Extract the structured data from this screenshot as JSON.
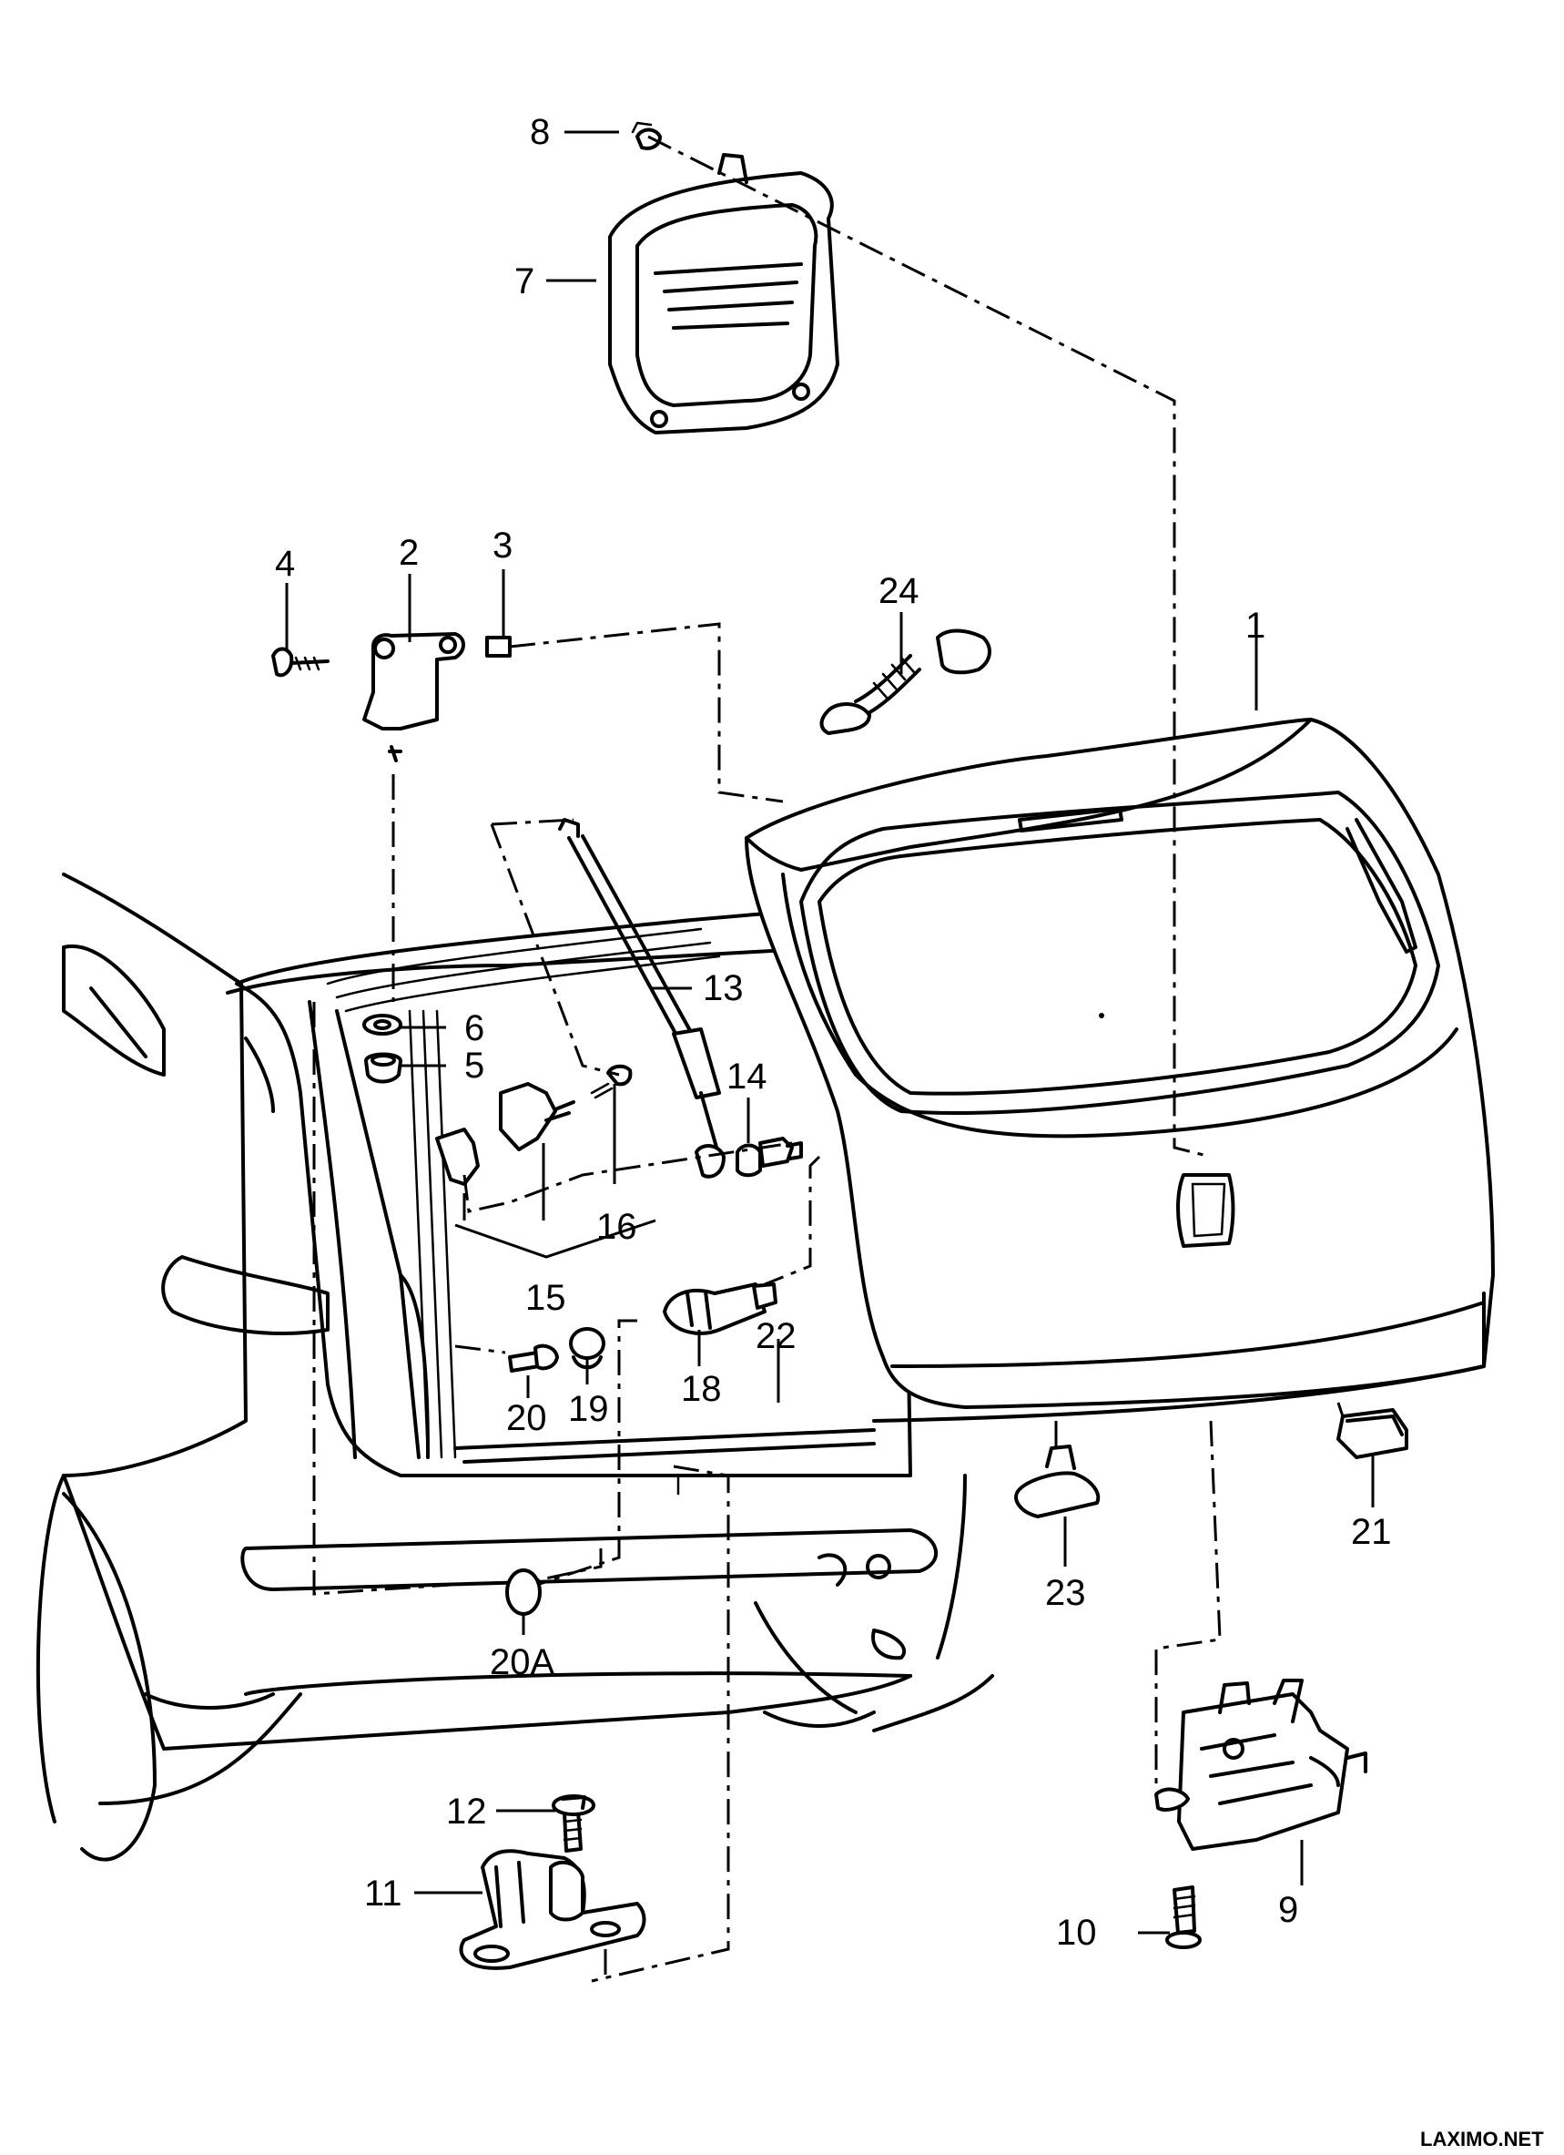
{
  "callouts": {
    "c1": "1",
    "c2": "2",
    "c3": "3",
    "c4": "4",
    "c5": "5",
    "c6": "6",
    "c7": "7",
    "c8": "8",
    "c9": "9",
    "c10": "10",
    "c11": "11",
    "c12": "12",
    "c13": "13",
    "c14": "14",
    "c15": "15",
    "c16": "16",
    "c18": "18",
    "c19": "19",
    "c20": "20",
    "c20a": "20A",
    "c21": "21",
    "c22": "22",
    "c23": "23",
    "c24": "24"
  },
  "watermark": "LAXIMO.NET"
}
